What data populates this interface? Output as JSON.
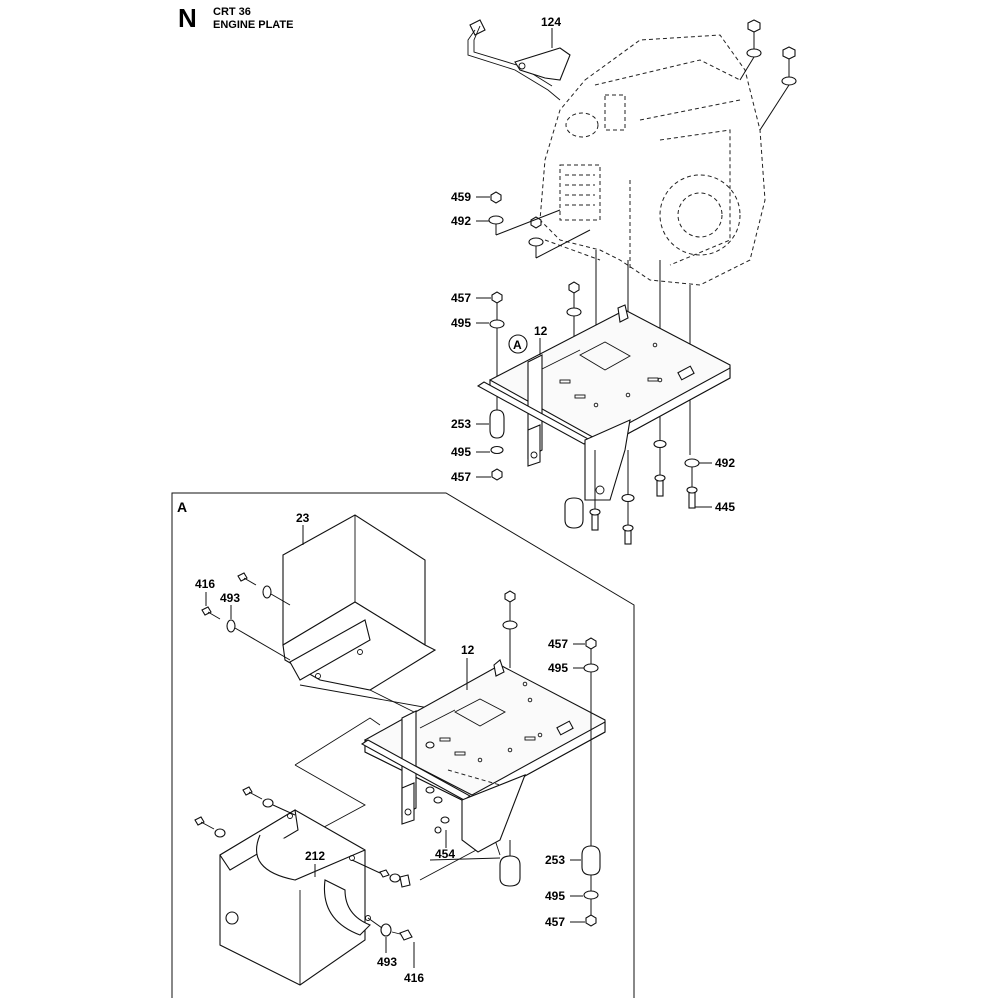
{
  "header": {
    "section_letter": "N",
    "model": "CRT 36",
    "title": "ENGINE PLATE"
  },
  "detail": {
    "letter": "A",
    "callout": "A"
  },
  "labels": {
    "l124": "124",
    "l459": "459",
    "l492a": "492",
    "l457a": "457",
    "l495a": "495",
    "l12a": "12",
    "l253a": "253",
    "l495b": "495",
    "l457b": "457",
    "l492b": "492",
    "l445": "445",
    "l23": "23",
    "l416a": "416",
    "l493a": "493",
    "l12b": "12",
    "l457c": "457",
    "l495c": "495",
    "l212": "212",
    "l454": "454",
    "l253b": "253",
    "l495d": "495",
    "l457d": "457",
    "l493b": "493",
    "l416b": "416"
  }
}
